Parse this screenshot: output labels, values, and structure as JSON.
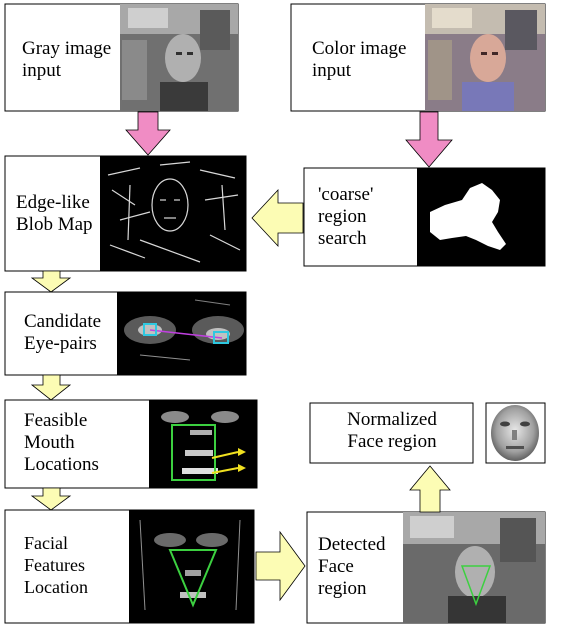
{
  "boxes": {
    "gray_input": "Gray image\ninput",
    "color_input": "Color image\ninput",
    "blob_map": "Edge-like\nBlob Map",
    "coarse_search": "'coarse'\nregion\nsearch",
    "eye_pairs": "Candidate\nEye-pairs",
    "mouth": "Feasible\nMouth\nLocations",
    "facial_features": "Facial\nFeatures\nLocation",
    "detected_face": "Detected\nFace\nregion",
    "normalized_face": "Normalized\nFace region"
  },
  "colors": {
    "pink_arrow": "#f08cc4",
    "yellow_arrow": "#fcfcb4",
    "highlight_cyan": "#2ec8e0",
    "highlight_green": "#3cd040",
    "highlight_yellow": "#f0e020"
  }
}
